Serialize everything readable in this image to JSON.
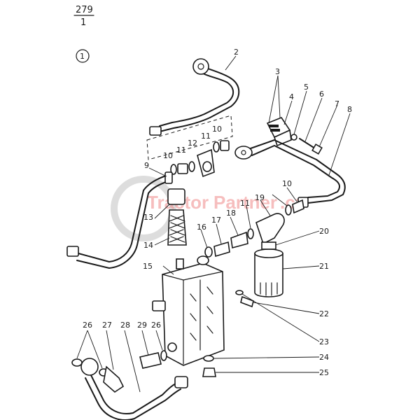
{
  "header": {
    "group_number": "279",
    "sheet_number": "1",
    "view_marker": "1"
  },
  "watermark": {
    "text_a": "Tractor",
    "text_b": "Partner",
    "text_c": ".cz",
    "color": "#f08a8a"
  },
  "callouts": [
    "2",
    "3",
    "4",
    "5",
    "6",
    "7",
    "8",
    "10",
    "11",
    "12",
    "10",
    "11",
    "9",
    "13",
    "11",
    "19",
    "10",
    "16",
    "17",
    "18",
    "20",
    "14",
    "15",
    "21",
    "22",
    "23",
    "26",
    "27",
    "28",
    "29",
    "26",
    "24",
    "25"
  ]
}
